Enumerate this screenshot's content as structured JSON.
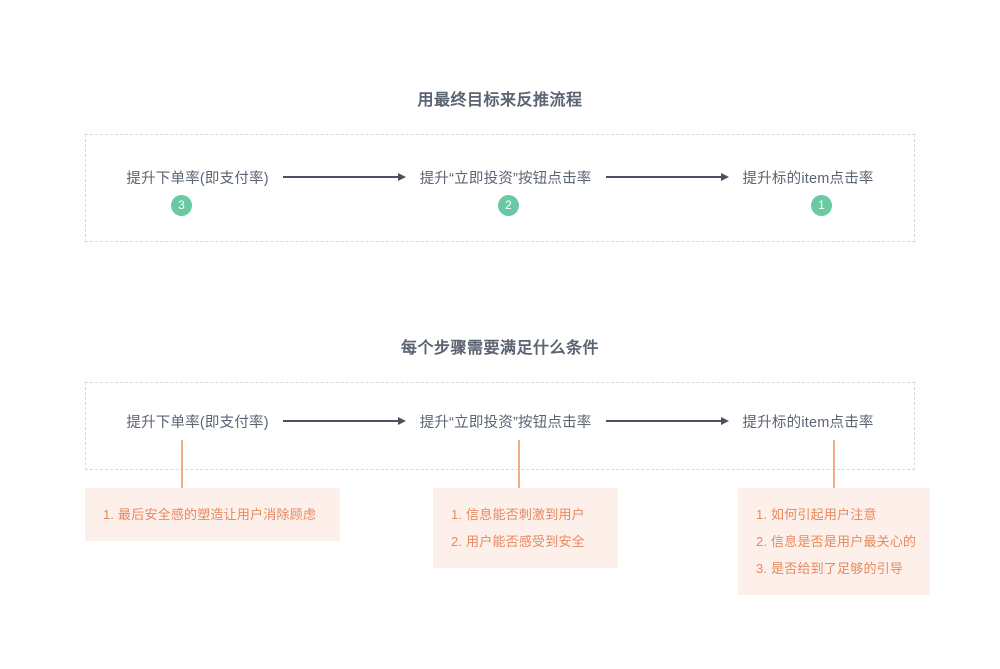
{
  "sections": [
    {
      "title": "用最终目标来反推流程",
      "steps": [
        {
          "label": "提升下单率(即支付率)",
          "badge": "3"
        },
        {
          "label": "提升“立即投资”按钮点击率",
          "badge": "2"
        },
        {
          "label": "提升标的item点击率",
          "badge": "1"
        }
      ]
    },
    {
      "title": "每个步骤需要满足什么条件",
      "steps": [
        {
          "label": "提升下单率(即支付率)"
        },
        {
          "label": "提升“立即投资”按钮点击率"
        },
        {
          "label": "提升标的item点击率"
        }
      ],
      "conditions": [
        {
          "items": [
            "1. 最后安全感的塑造让用户消除顾虑"
          ]
        },
        {
          "items": [
            "1. 信息能否刺激到用户",
            "2. 用户能否感受到安全"
          ]
        },
        {
          "items": [
            "1. 如何引起用户注意",
            "2. 信息是否是用户最关心的",
            "3. 是否给到了足够的引导"
          ]
        }
      ]
    }
  ],
  "colors": {
    "background": "#ffffff",
    "title_text": "#5b6472",
    "flow_text": "#5b6472",
    "arrow": "#4a5262",
    "badge_fill": "#69c9a2",
    "badge_text": "#ffffff",
    "dashed_border": "#d7dbe0",
    "connector": "#f2ab8b",
    "condition_bg": "#fdf0ea",
    "condition_text": "#e8885e"
  }
}
